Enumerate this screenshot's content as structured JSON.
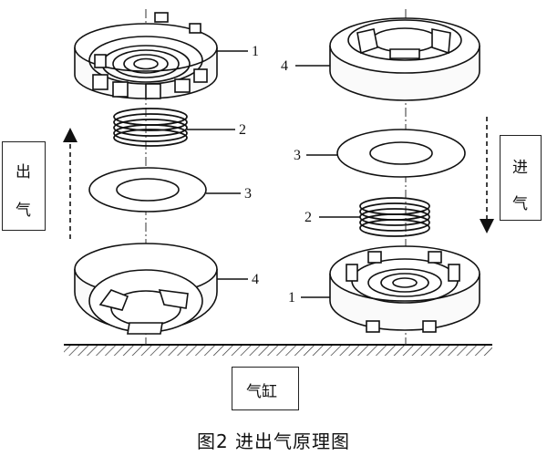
{
  "labels": {
    "left_part1": "1",
    "left_part2": "2",
    "left_part3": "3",
    "left_part4": "4",
    "right_part4": "4",
    "right_part3": "3",
    "right_part2": "2",
    "right_part1": "1"
  },
  "exhaust": {
    "char1": "出",
    "char2": "气"
  },
  "intake": {
    "char1": "进",
    "char2": "气"
  },
  "cylinder": "气缸",
  "caption": "图2 进出气原理图"
}
